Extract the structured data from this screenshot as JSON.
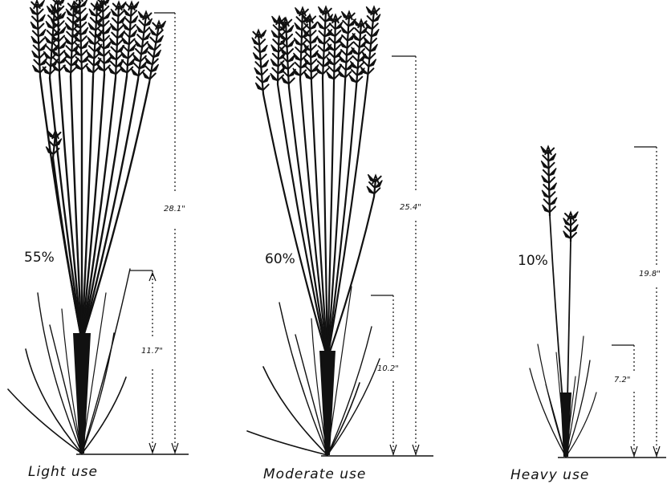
{
  "panels": [
    {
      "caption": "Light use",
      "percent": "55%",
      "total_height": "28.1\"",
      "leaf_height": "11.7\""
    },
    {
      "caption": "Moderate use",
      "percent": "60%",
      "total_height": "25.4\"",
      "leaf_height": "10.2\""
    },
    {
      "caption": "Heavy use",
      "percent": "10%",
      "total_height": "19.8\"",
      "leaf_height": "7.2\""
    }
  ],
  "colors": {
    "ink": "#111111",
    "background": "#ffffff"
  }
}
